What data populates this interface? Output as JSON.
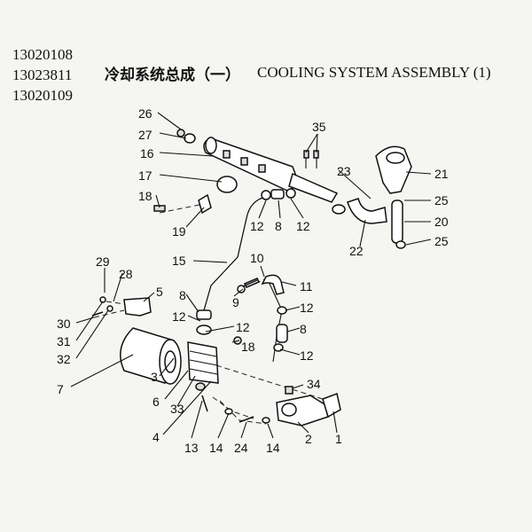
{
  "header": {
    "part_numbers": [
      "13020108",
      "13023811",
      "13020109"
    ],
    "title_cn": "冷却系统总成（一）",
    "title_en": "COOLING SYSTEM ASSEMBLY (1)"
  },
  "callouts": {
    "c1": "1",
    "c2": "2",
    "c3": "3",
    "c4": "4",
    "c5": "5",
    "c6": "6",
    "c7": "7",
    "c8a": "8",
    "c8b": "8",
    "c8c": "8",
    "c9": "9",
    "c10": "10",
    "c11": "11",
    "c12a": "12",
    "c12b": "12",
    "c12c": "12",
    "c12d": "12",
    "c12e": "12",
    "c12f": "12",
    "c13": "13",
    "c14a": "14",
    "c14b": "14",
    "c15": "15",
    "c16": "16",
    "c17": "17",
    "c18a": "18",
    "c18b": "18",
    "c19": "19",
    "c20": "20",
    "c21": "21",
    "c22": "22",
    "c23": "23",
    "c24": "24",
    "c25a": "25",
    "c25b": "25",
    "c26": "26",
    "c27": "27",
    "c28": "28",
    "c29": "29",
    "c30": "30",
    "c31": "31",
    "c32": "32",
    "c33": "33",
    "c34": "34",
    "c35": "35"
  }
}
